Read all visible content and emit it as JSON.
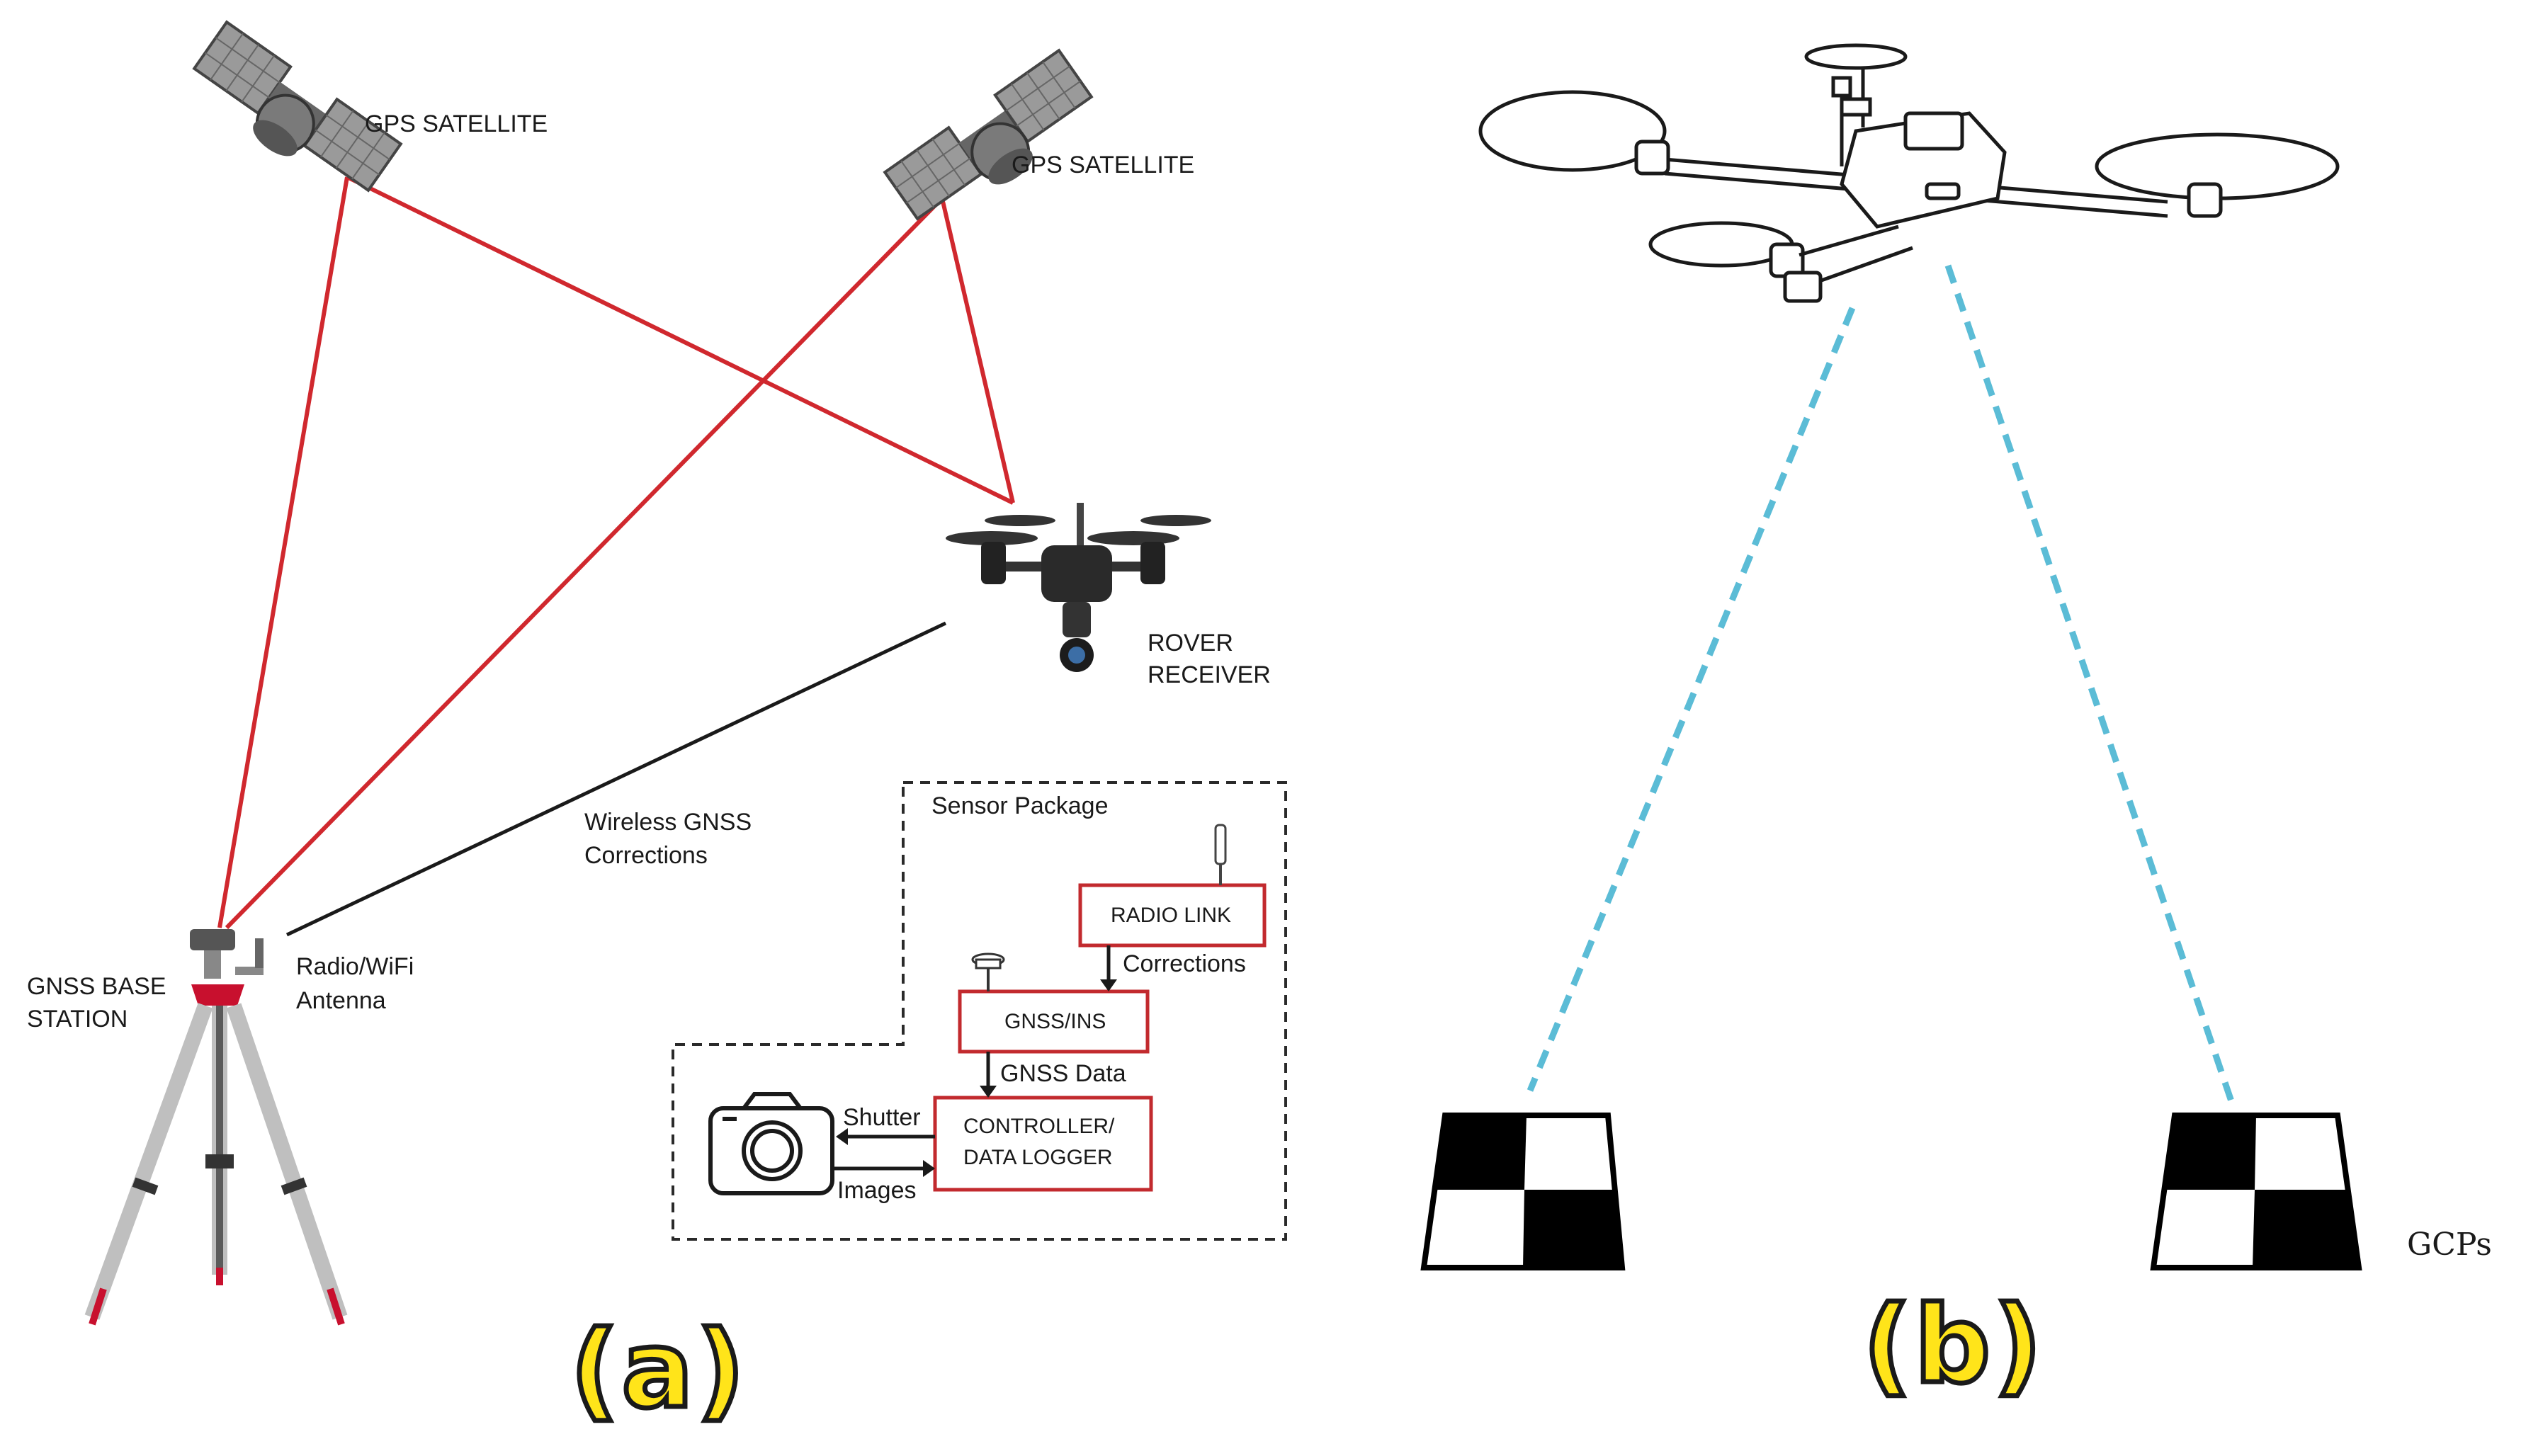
{
  "panel_a": {
    "satellite_left_label": "GPS SATELLITE",
    "satellite_right_label": "GPS SATELLITE",
    "rover_label_line1": "ROVER",
    "rover_label_line2": "RECEIVER",
    "wireless_line1": "Wireless GNSS",
    "wireless_line2": "Corrections",
    "base_line1": "GNSS BASE",
    "base_line2": "STATION",
    "antenna_line1": "Radio/WiFi",
    "antenna_line2": "Antenna",
    "sensor_package_title": "Sensor Package",
    "radio_link": "RADIO LINK",
    "corrections": "Corrections",
    "gnss_ins": "GNSS/INS",
    "gnss_data": "GNSS Data",
    "controller_line1": "CONTROLLER/",
    "controller_line2": "DATA LOGGER",
    "shutter": "Shutter",
    "images": "Images",
    "tag": "(a)"
  },
  "panel_b": {
    "gcps": "GCPs",
    "tag": "(b)"
  },
  "colors": {
    "signal_red": "#d0282e",
    "box_red": "#c22a2e",
    "dash_blue": "#5bbcd6",
    "tag_yellow": "#ffe41a"
  }
}
